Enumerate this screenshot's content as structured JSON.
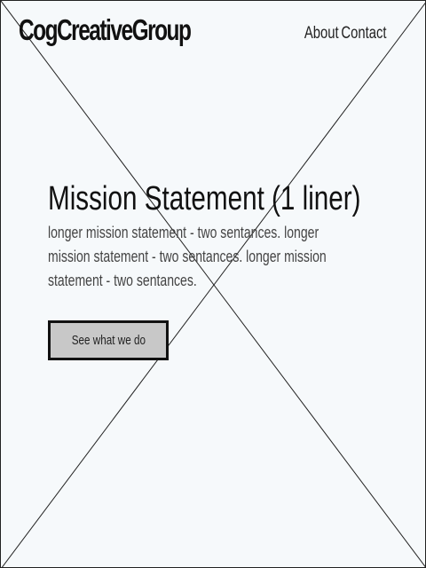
{
  "header": {
    "logo": "CogCreativeGroup",
    "nav": {
      "about": "About",
      "contact": "Contact"
    }
  },
  "hero": {
    "title": "Mission Statement (1 liner)",
    "description": "longer mission statement - two sentances. longer mission statement - two sentances. longer mission statement - two sentances.",
    "cta_label": "See what we do"
  },
  "colors": {
    "background": "#f6f9fb",
    "button_fill": "#c8c8c8",
    "stroke": "#222222"
  }
}
